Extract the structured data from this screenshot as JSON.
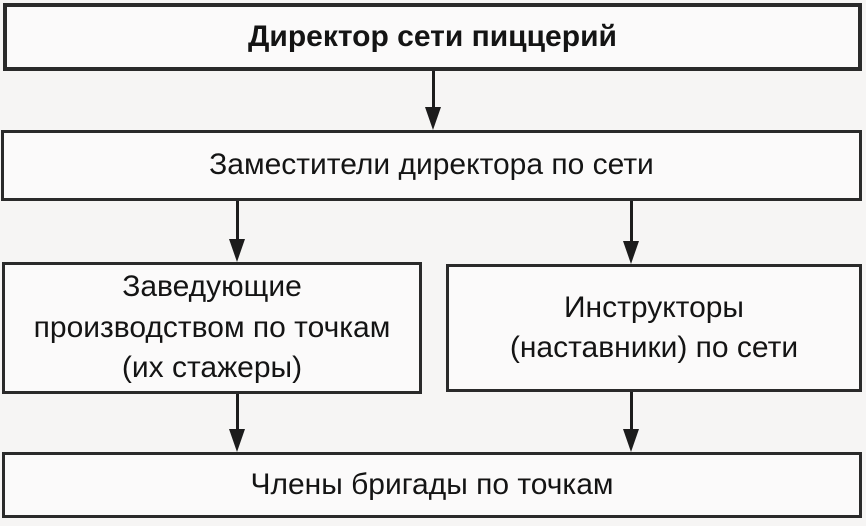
{
  "diagram": {
    "type": "org-chart",
    "language": "ru",
    "nodes": [
      {
        "id": "director",
        "lines": [
          "Директор сети пиццерий"
        ]
      },
      {
        "id": "deputies",
        "lines": [
          "Заместители директора по сети"
        ]
      },
      {
        "id": "production-managers",
        "lines": [
          "Заведующие",
          "производством по точкам",
          "(их стажеры)"
        ]
      },
      {
        "id": "instructors",
        "lines": [
          "Инструкторы",
          "(наставники) по сети"
        ]
      },
      {
        "id": "crew-members",
        "lines": [
          "Члены бригады по точкам"
        ]
      }
    ],
    "edges": [
      {
        "from": "director",
        "to": "deputies"
      },
      {
        "from": "deputies",
        "to": "production-managers"
      },
      {
        "from": "deputies",
        "to": "instructors"
      },
      {
        "from": "production-managers",
        "to": "crew-members"
      },
      {
        "from": "instructors",
        "to": "crew-members"
      }
    ],
    "colors": {
      "background": "#f6f5f4",
      "node_fill": "#fbfafa",
      "node_border": "#2a2a2a",
      "text": "#141414",
      "arrow": "#1c1c1c"
    }
  }
}
